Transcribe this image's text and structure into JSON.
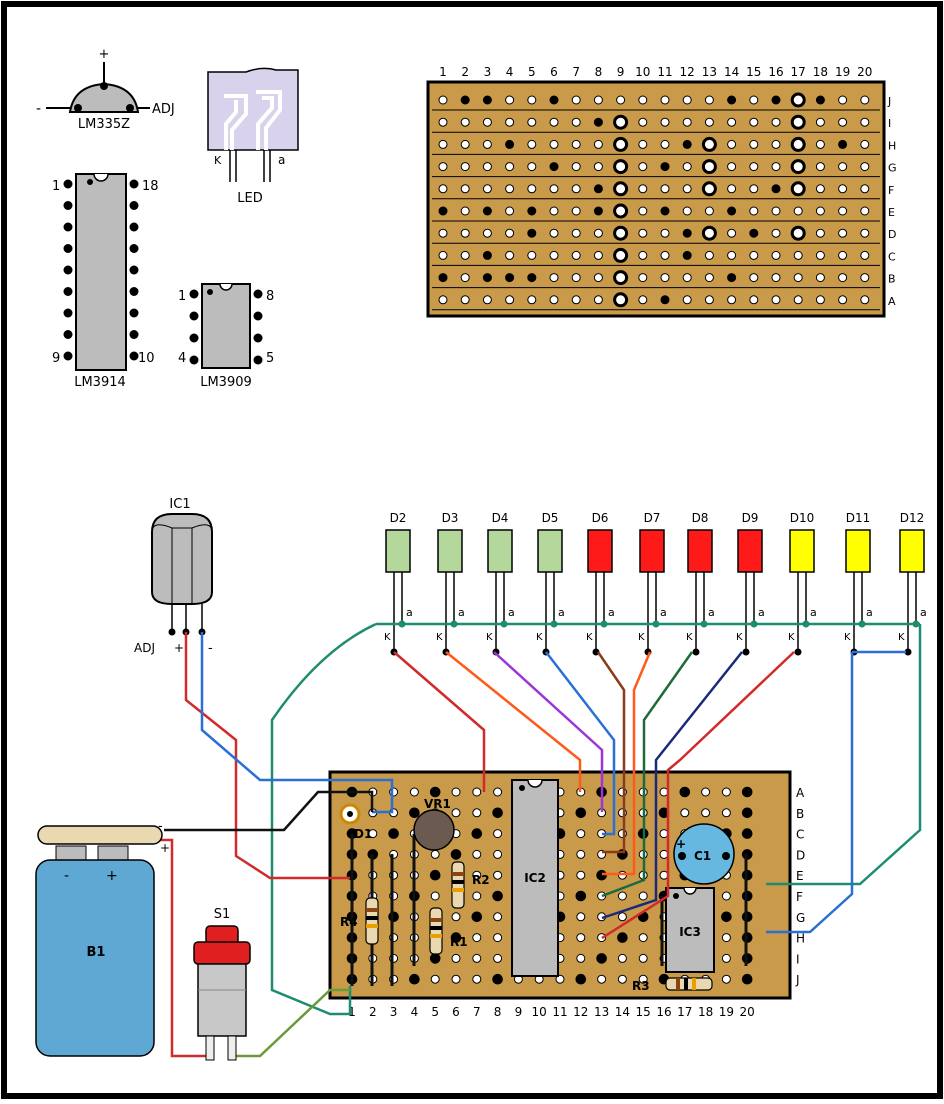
{
  "colors": {
    "board": "#c89a4a",
    "board_border": "#000000",
    "ic_body": "#bcbcbc",
    "led_green": "#b4d79b",
    "led_red": "#ff1a1a",
    "led_yellow": "#ffff00",
    "battery": "#5fa8d3",
    "capacitor": "#66b8e0",
    "pot": "#6a5a50",
    "wire_red": "#d22a2a",
    "wire_blue": "#2a6fd6",
    "wire_black": "#111111",
    "wire_green": "#1e8c70",
    "wire_olive": "#6a9a3a",
    "wire_orange": "#ff5a1a",
    "wire_purple": "#9c35d6",
    "wire_brown": "#8b3a1a",
    "wire_darkgreen": "#1e6a3a",
    "wire_navy": "#1a2a7a"
  },
  "pinouts": {
    "lm335z": {
      "label": "LM335Z",
      "plus": "+",
      "minus": "-",
      "adj": "ADJ"
    },
    "led": {
      "label": "LED",
      "k": "K",
      "a": "a"
    },
    "lm3914": {
      "label": "LM3914",
      "pin1": "1",
      "pin18": "18",
      "pin9": "9",
      "pin10": "10"
    },
    "lm3909": {
      "label": "LM3909",
      "pin1": "1",
      "pin8": "8",
      "pin4": "4",
      "pin5": "5"
    }
  },
  "top_board": {
    "col_numbers": [
      "1",
      "2",
      "3",
      "4",
      "5",
      "6",
      "7",
      "8",
      "9",
      "10",
      "11",
      "12",
      "13",
      "14",
      "15",
      "16",
      "17",
      "18",
      "19",
      "20"
    ],
    "row_letters": [
      "J",
      "I",
      "H",
      "G",
      "F",
      "E",
      "D",
      "C",
      "B",
      "A"
    ]
  },
  "main": {
    "ic1": "IC1",
    "ic1_pins": {
      "adj": "ADJ",
      "plus": "+",
      "minus": "-"
    },
    "leds": [
      "D2",
      "D3",
      "D4",
      "D5",
      "D6",
      "D7",
      "D8",
      "D9",
      "D10",
      "D11",
      "D12"
    ],
    "led_colors": [
      "green",
      "green",
      "green",
      "green",
      "red",
      "red",
      "red",
      "red",
      "yellow",
      "yellow",
      "yellow"
    ],
    "led_k": "K",
    "led_a": "a",
    "battery": {
      "label": "B1",
      "minus": "-",
      "plus": "+",
      "clip_minus": "-",
      "clip_plus": "+"
    },
    "switch": "S1",
    "components": {
      "vr1": "VR1",
      "d1": "D1",
      "r4": "R4",
      "r1": "R1",
      "r2": "R2",
      "ic2": "IC2",
      "c1": "C1",
      "c1_plus": "+",
      "ic3": "IC3",
      "r3": "R3"
    },
    "col_numbers": [
      "1",
      "2",
      "3",
      "4",
      "5",
      "6",
      "7",
      "8",
      "9",
      "10",
      "11",
      "12",
      "13",
      "14",
      "15",
      "16",
      "17",
      "18",
      "19",
      "20"
    ],
    "row_letters": [
      "A",
      "B",
      "C",
      "D",
      "E",
      "F",
      "G",
      "H",
      "I",
      "J"
    ]
  }
}
